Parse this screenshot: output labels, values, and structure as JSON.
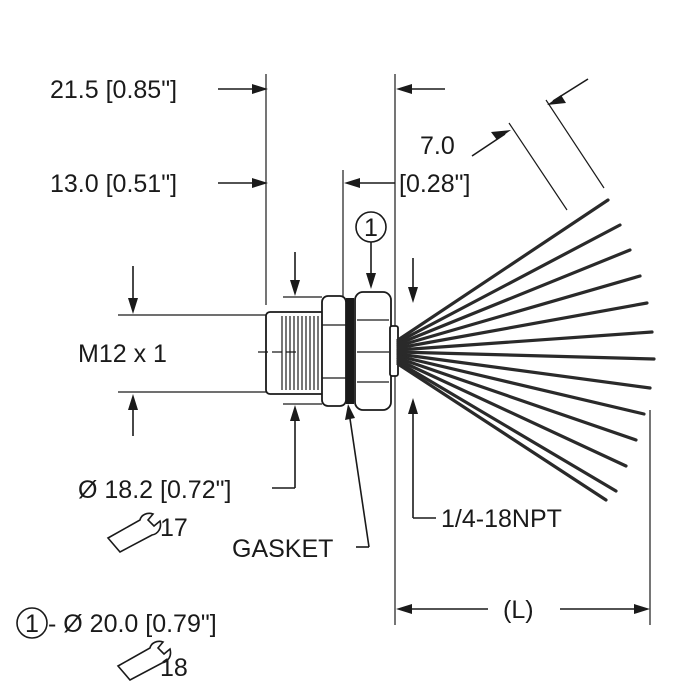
{
  "labels": {
    "dim_21_5": "21.5 [0.85\"]",
    "dim_13_0": "13.0 [0.51\"]",
    "dim_7_0": "7.0",
    "dim_0_28": "[0.28\"]",
    "callout_number": "1",
    "thread": "M12 x 1",
    "dia_18_2": "Ø 18.2 [0.72\"]",
    "wrench_17": "17",
    "gasket": "GASKET",
    "npt": "1/4-18NPT",
    "length": "(L)",
    "note_number": "1",
    "note_dia": "- Ø 20.0 [0.79\"]",
    "wrench_18": "18"
  },
  "icons": {
    "callout": "circled-number-icon",
    "wrench": "wrench-icon"
  }
}
